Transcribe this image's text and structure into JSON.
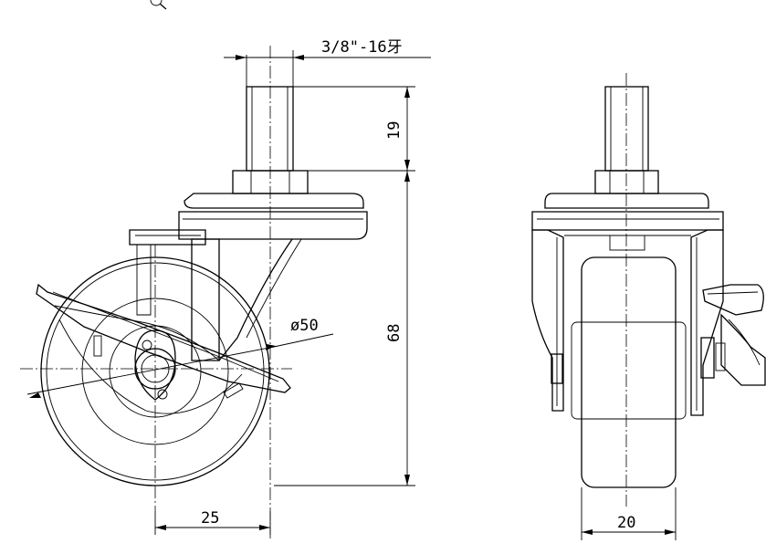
{
  "dimensions": {
    "thread": "3/8\"-16牙",
    "stem_length": "19",
    "total_height": "68",
    "wheel_diameter": "ø50",
    "offset": "25",
    "wheel_width": "20"
  },
  "icons": {
    "zoom": "magnifier-icon"
  }
}
